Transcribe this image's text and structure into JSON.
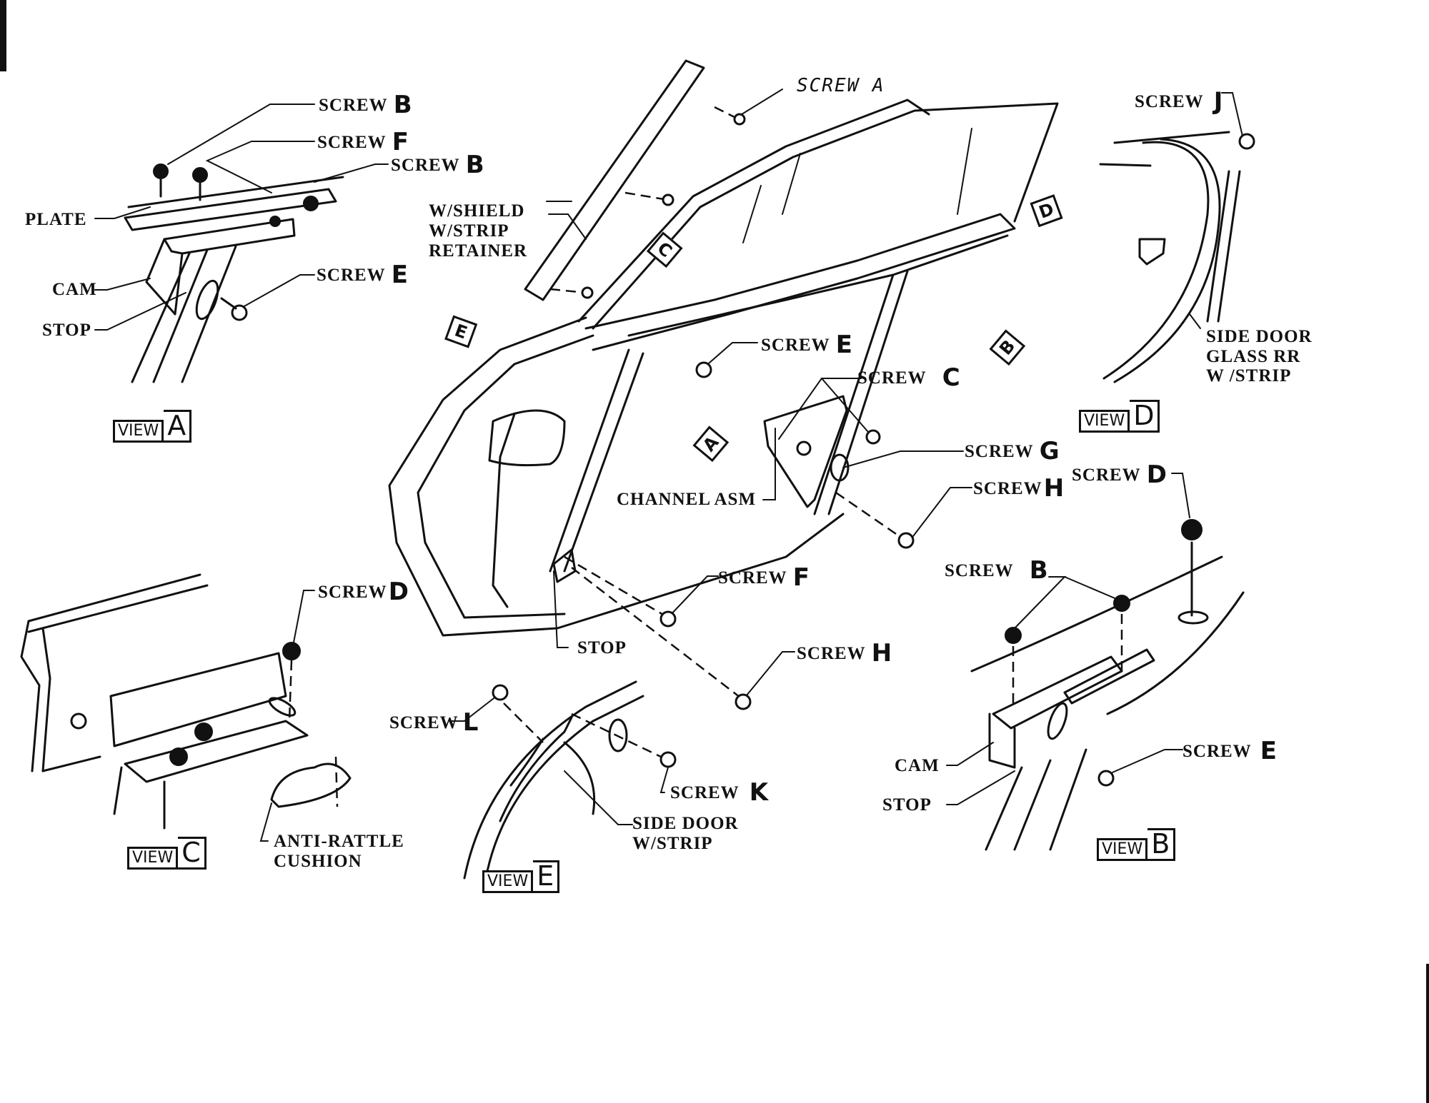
{
  "document": {
    "type": "exploded parts diagram",
    "subject": "side door glass, channel and stop assembly"
  },
  "callouts": {
    "view_a": {
      "screw_b_top": {
        "word": "SCREW",
        "letter": "B"
      },
      "screw_f": {
        "word": "SCREW",
        "letter": "F"
      },
      "screw_b_right": {
        "word": "SCREW",
        "letter": "B"
      },
      "plate": "PLATE",
      "cam": "CAM",
      "screw_e": {
        "word": "SCREW",
        "letter": "E"
      },
      "stop": "STOP"
    },
    "main": {
      "screw_a_handwritten": "SCREW A",
      "w_shield_line1": "W/SHIELD",
      "w_shield_line2": "W/STRIP",
      "w_shield_line3": "RETAINER",
      "screw_e": {
        "word": "SCREW",
        "letter": "E"
      },
      "screw_c": {
        "word": "SCREW",
        "letter": "C"
      },
      "screw_g": {
        "word": "SCREW",
        "letter": "G"
      },
      "screw_h_upper": {
        "word": "SCREW",
        "letter": "H"
      },
      "channel_asm": "CHANNEL ASM",
      "screw_f": {
        "word": "SCREW",
        "letter": "F"
      },
      "stop": "STOP",
      "screw_h_lower": {
        "word": "SCREW",
        "letter": "H"
      }
    },
    "view_d": {
      "screw_j": {
        "word": "SCREW",
        "letter": "J"
      },
      "side_door_line1": "SIDE DOOR",
      "side_door_line2": "GLASS RR",
      "side_door_line3": "W /STRIP"
    },
    "view_c": {
      "screw_d": {
        "word": "SCREW",
        "letter": "D"
      },
      "anti_rattle_line1": "ANTI-RATTLE",
      "anti_rattle_line2": "CUSHION"
    },
    "view_e": {
      "screw_l": {
        "word": "SCREW",
        "letter": "L"
      },
      "screw_k": {
        "word": "SCREW",
        "letter": "K"
      },
      "side_door_line1": "SIDE DOOR",
      "side_door_line2": "W/STRIP"
    },
    "view_b": {
      "screw_d": {
        "word": "SCREW",
        "letter": "D"
      },
      "screw_b": {
        "word": "SCREW",
        "letter": "B"
      },
      "screw_e": {
        "word": "SCREW",
        "letter": "E"
      },
      "cam": "CAM",
      "stop": "STOP"
    }
  },
  "view_labels": {
    "word": "VIEW",
    "a": "A",
    "b": "B",
    "c": "C",
    "d": "D",
    "e": "E"
  },
  "view_markers": {
    "a": "A",
    "b": "B",
    "c": "C",
    "d": "D",
    "e": "E"
  }
}
